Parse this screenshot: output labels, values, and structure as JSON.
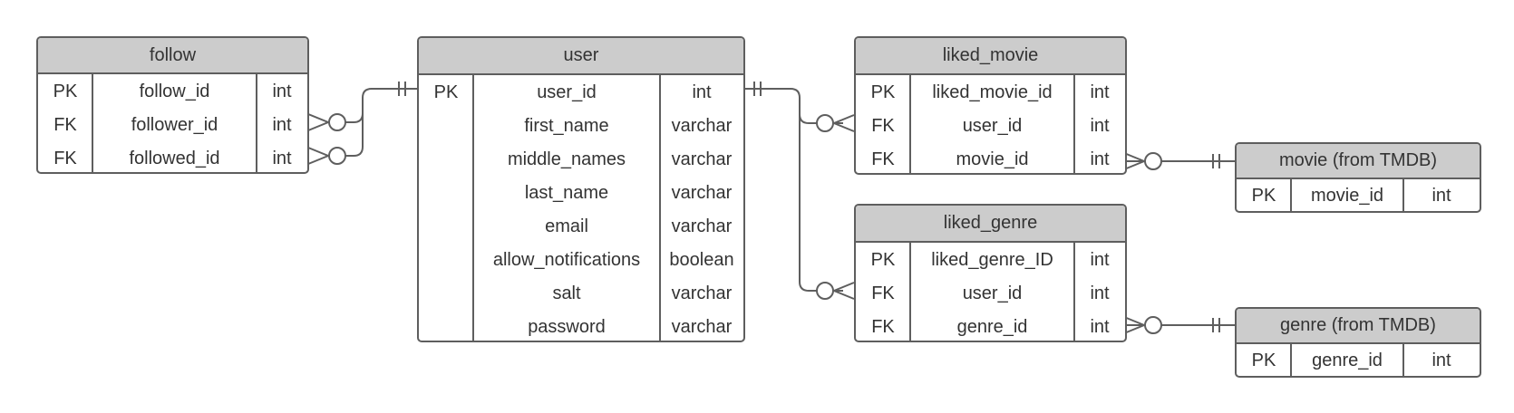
{
  "entities": [
    {
      "id": "follow",
      "title": "follow",
      "rows": [
        {
          "key": "PK",
          "name": "follow_id",
          "type": "int"
        },
        {
          "key": "FK",
          "name": "follower_id",
          "type": "int"
        },
        {
          "key": "FK",
          "name": "followed_id",
          "type": "int"
        }
      ]
    },
    {
      "id": "user",
      "title": "user",
      "rows": [
        {
          "key": "PK",
          "name": "user_id",
          "type": "int"
        },
        {
          "key": "",
          "name": "first_name",
          "type": "varchar"
        },
        {
          "key": "",
          "name": "middle_names",
          "type": "varchar"
        },
        {
          "key": "",
          "name": "last_name",
          "type": "varchar"
        },
        {
          "key": "",
          "name": "email",
          "type": "varchar"
        },
        {
          "key": "",
          "name": "allow_notifications",
          "type": "boolean"
        },
        {
          "key": "",
          "name": "salt",
          "type": "varchar"
        },
        {
          "key": "",
          "name": "password",
          "type": "varchar"
        }
      ]
    },
    {
      "id": "liked_movie",
      "title": "liked_movie",
      "rows": [
        {
          "key": "PK",
          "name": "liked_movie_id",
          "type": "int"
        },
        {
          "key": "FK",
          "name": "user_id",
          "type": "int"
        },
        {
          "key": "FK",
          "name": "movie_id",
          "type": "int"
        }
      ]
    },
    {
      "id": "liked_genre",
      "title": "liked_genre",
      "rows": [
        {
          "key": "PK",
          "name": "liked_genre_ID",
          "type": "int"
        },
        {
          "key": "FK",
          "name": "user_id",
          "type": "int"
        },
        {
          "key": "FK",
          "name": "genre_id",
          "type": "int"
        }
      ]
    },
    {
      "id": "movie",
      "title": "movie (from TMDB)",
      "rows": [
        {
          "key": "PK",
          "name": "movie_id",
          "type": "int"
        }
      ]
    },
    {
      "id": "genre",
      "title": "genre (from TMDB)",
      "rows": [
        {
          "key": "PK",
          "name": "genre_id",
          "type": "int"
        }
      ]
    }
  ],
  "relationships": [
    {
      "from": "follow.follower_id",
      "to": "user.user_id",
      "from_cardinality": "zero-or-many",
      "to_cardinality": "exactly-one"
    },
    {
      "from": "follow.followed_id",
      "to": "user.user_id",
      "from_cardinality": "zero-or-many",
      "to_cardinality": "exactly-one"
    },
    {
      "from": "liked_movie.user_id",
      "to": "user.user_id",
      "from_cardinality": "zero-or-many",
      "to_cardinality": "exactly-one"
    },
    {
      "from": "liked_genre.user_id",
      "to": "user.user_id",
      "from_cardinality": "zero-or-many",
      "to_cardinality": "exactly-one"
    },
    {
      "from": "liked_movie.movie_id",
      "to": "movie.movie_id",
      "from_cardinality": "zero-or-many",
      "to_cardinality": "exactly-one"
    },
    {
      "from": "liked_genre.genre_id",
      "to": "genre.genre_id",
      "from_cardinality": "zero-or-many",
      "to_cardinality": "exactly-one"
    }
  ],
  "colors": {
    "border": "#5e5e5e",
    "header_fill": "#cccccc",
    "text": "#333333",
    "background": "#ffffff"
  }
}
